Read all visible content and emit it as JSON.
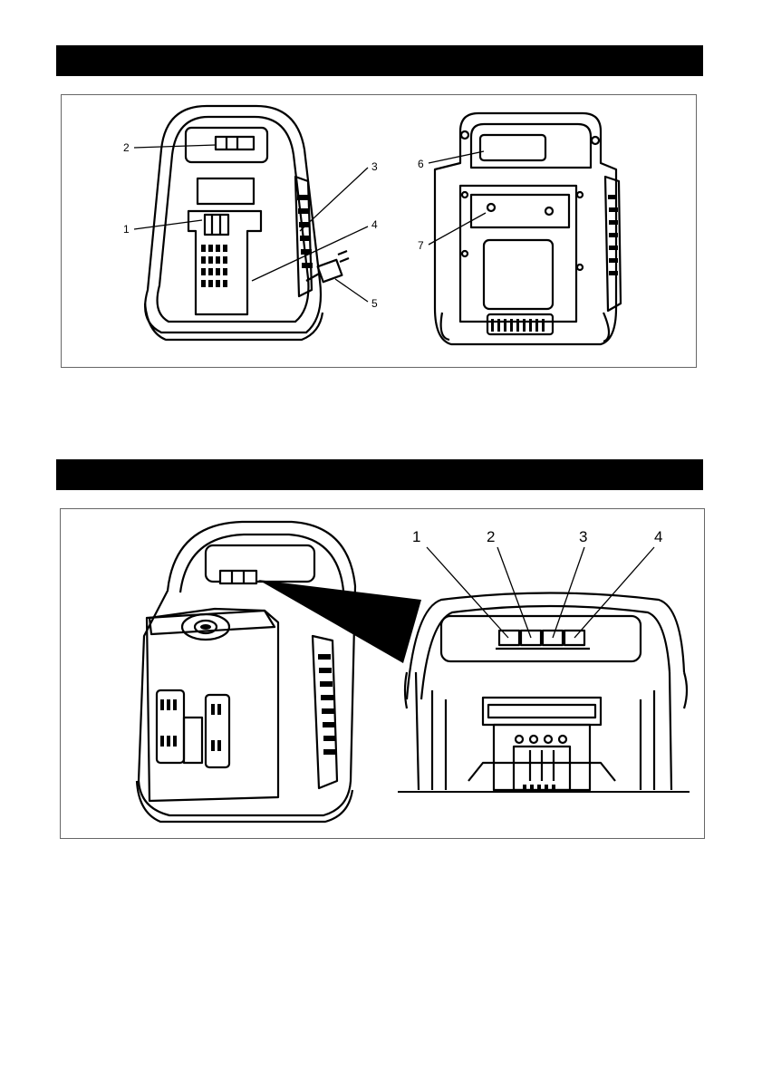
{
  "figure1": {
    "callouts": [
      "1",
      "2",
      "3",
      "4",
      "5",
      "6",
      "7"
    ]
  },
  "figure2": {
    "callouts": [
      "1",
      "2",
      "3",
      "4"
    ]
  }
}
